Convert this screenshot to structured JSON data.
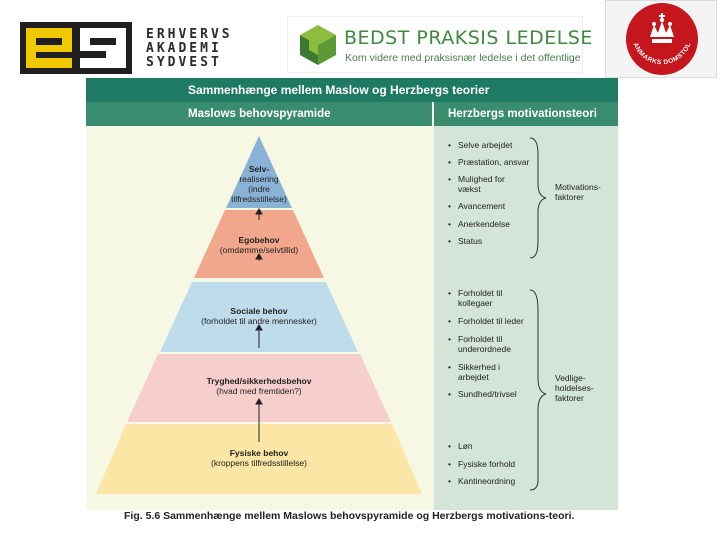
{
  "logos": {
    "ea_lines": [
      "ERHVERVS",
      "AKADEMI",
      "SYDVEST"
    ],
    "bpl_title": "BEDST PRAKSIS LEDELSE",
    "bpl_subtitle": "Kom videre med praksisnær ledelse i det offentlige",
    "dd_text": "DANMARKS DOMSTOLE"
  },
  "figure": {
    "title": "Sammenhænge mellem Maslow og Herzbergs teorier",
    "left_header": "Maslows behovspyramide",
    "right_header": "Herzbergs motivationsteori",
    "pyramid_levels": [
      {
        "title": "Selv-",
        "lines": [
          "realisering",
          "(indre",
          "tilfredsstillelse)"
        ]
      },
      {
        "title": "Egobehov",
        "lines": [
          "(omdømme/selvtillid)"
        ]
      },
      {
        "title": "Sociale behov",
        "lines": [
          "(forholdet til andre mennesker)"
        ]
      },
      {
        "title": "Tryghed/sikkerhedsbehov",
        "lines": [
          "(hvad med fremtiden?)"
        ]
      },
      {
        "title": "Fysiske behov",
        "lines": [
          "(kroppens tilfredsstillelse)"
        ]
      }
    ],
    "motivation_items": [
      "Selve arbejdet",
      "Præstation, ansvar",
      "Mulighed for",
      "vækst",
      "Avancement",
      "Anerkendelse",
      "Status"
    ],
    "motivation_label": [
      "Motivations-",
      "faktorer"
    ],
    "hygiene_items": [
      "Forholdet til",
      "kollegaer",
      "Forholdet til leder",
      "Forholdet til",
      "underordnede",
      "Sikkerhed i",
      "arbejdet",
      "Sundhed/trivsel",
      "Løn",
      "Fysiske forhold",
      "Kantineordning"
    ],
    "hygiene_label": [
      "Vedlige-",
      "holdelses-",
      "faktorer"
    ],
    "caption": "Fig. 5.6 Sammenhænge mellem Maslows behovspyramide og Herzbergs motivations-teori.",
    "colors": {
      "header_dark": "#1e7a62",
      "header_mid": "#3a8c70",
      "level_1": "#8ab2d6",
      "level_2": "#f0a78c",
      "level_3": "#bfdcec",
      "level_4": "#f6cfcd",
      "level_5": "#fbe6a6",
      "right_panel": "#d3e4d9"
    }
  }
}
